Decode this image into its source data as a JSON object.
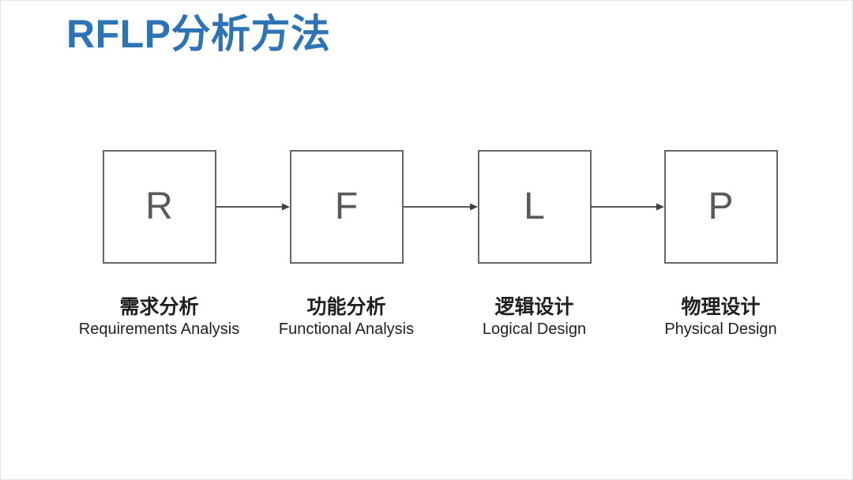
{
  "title": "RFLP分析方法",
  "colors": {
    "title": "#2E74B5",
    "box_border": "#666666",
    "box_letter": "#595959",
    "label_text": "#1f1f1f",
    "arrow": "#404040",
    "background": "#ffffff"
  },
  "stages": [
    {
      "letter": "R",
      "label_zh": "需求分析",
      "label_en": "Requirements Analysis"
    },
    {
      "letter": "F",
      "label_zh": "功能分析",
      "label_en": "Functional Analysis"
    },
    {
      "letter": "L",
      "label_zh": "逻辑设计",
      "label_en": "Logical Design"
    },
    {
      "letter": "P",
      "label_zh": "物理设计",
      "label_en": "Physical Design"
    }
  ]
}
